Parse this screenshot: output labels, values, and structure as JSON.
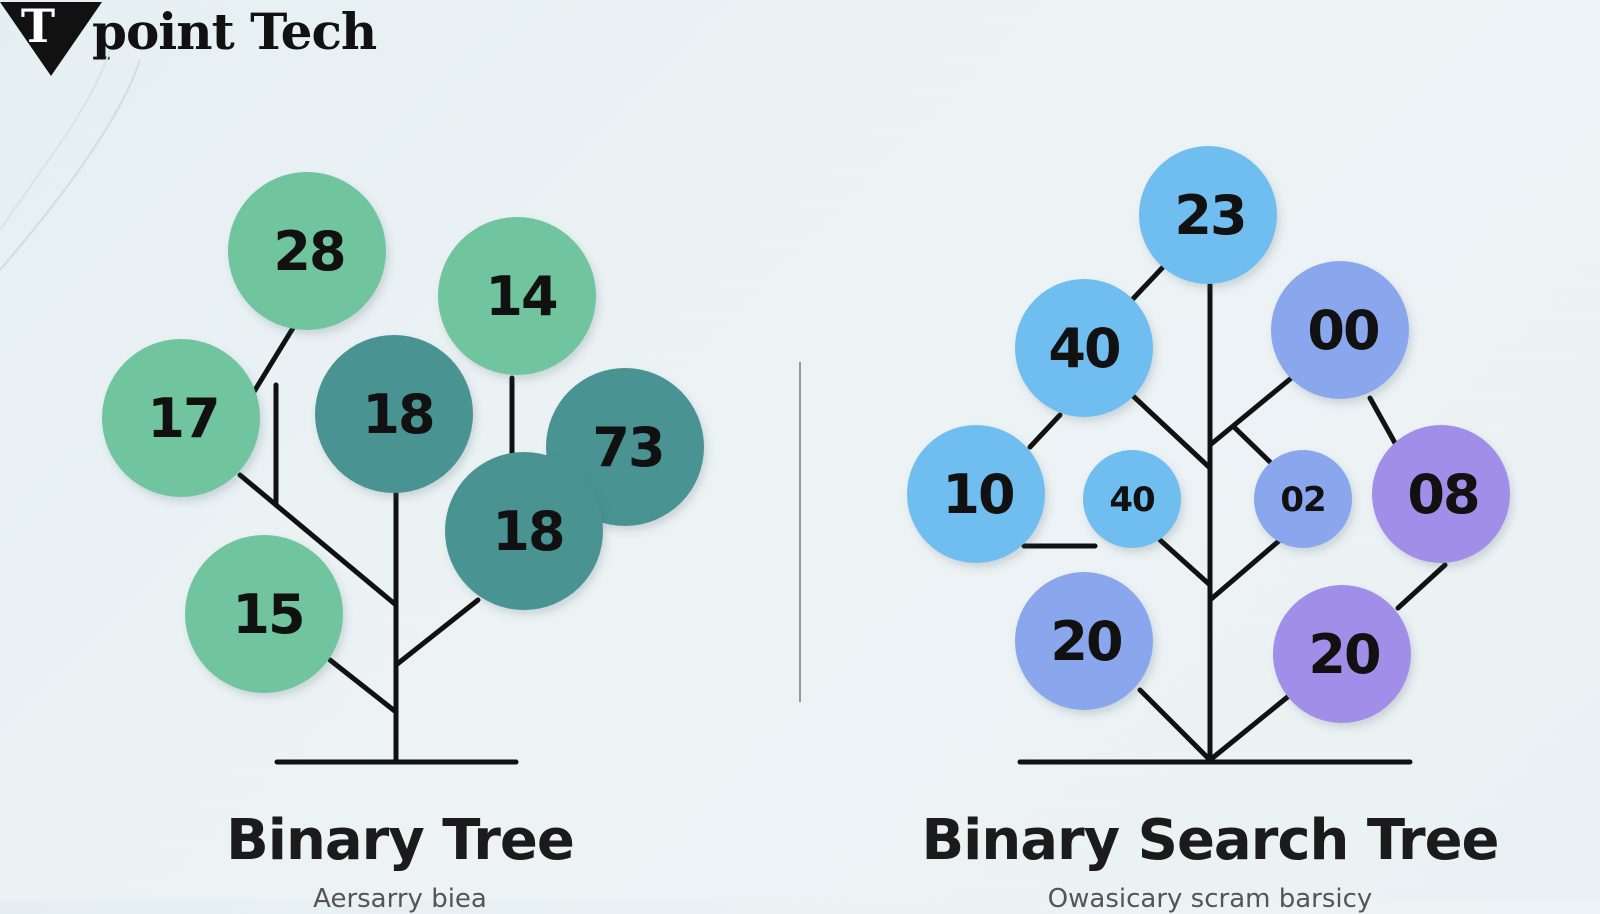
{
  "logo": {
    "mark_letter": "T",
    "brand_text": "point Tech"
  },
  "left_tree": {
    "caption": "Binary Tree",
    "subcaption": "Aersarry biea",
    "nodes": [
      {
        "id": "n28",
        "label": "28",
        "tone": "light"
      },
      {
        "id": "n14",
        "label": "14",
        "tone": "light"
      },
      {
        "id": "n17",
        "label": "17",
        "tone": "light"
      },
      {
        "id": "n18a",
        "label": "18",
        "tone": "dark"
      },
      {
        "id": "n73",
        "label": "73",
        "tone": "dark"
      },
      {
        "id": "n18b",
        "label": "18",
        "tone": "dark"
      },
      {
        "id": "n15",
        "label": "15",
        "tone": "light"
      }
    ]
  },
  "right_tree": {
    "caption": "Binary Search Tree",
    "subcaption": "Owasicary scram barsicy",
    "nodes": [
      {
        "id": "r23",
        "label": "23",
        "tone": "sky"
      },
      {
        "id": "r40a",
        "label": "40",
        "tone": "sky"
      },
      {
        "id": "r00",
        "label": "00",
        "tone": "periwinkle"
      },
      {
        "id": "r10",
        "label": "10",
        "tone": "sky"
      },
      {
        "id": "r40b",
        "label": "40",
        "tone": "sky"
      },
      {
        "id": "r02",
        "label": "02",
        "tone": "periwinkle"
      },
      {
        "id": "r08",
        "label": "08",
        "tone": "violet"
      },
      {
        "id": "r20a",
        "label": "20",
        "tone": "periwinkle"
      },
      {
        "id": "r20b",
        "label": "20",
        "tone": "violet"
      }
    ]
  },
  "colors": {
    "light": "#6fc49e",
    "dark": "#4a9393",
    "sky": "#6fbdf0",
    "periwinkle": "#8aa6ec",
    "violet": "#a18ee8",
    "branch": "#111111",
    "divider": "#7a7a7a"
  }
}
